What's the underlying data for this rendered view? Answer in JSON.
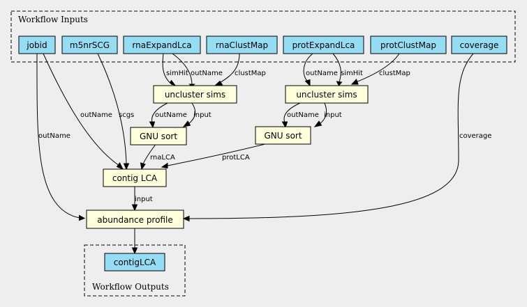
{
  "colors": {
    "input": "#94ddf4",
    "step": "#ffffdc",
    "output": "#94ddf4"
  },
  "clusters": {
    "inputs_title": "Workflow Inputs",
    "outputs_title": "Workflow Outputs"
  },
  "inputs": {
    "jobid": "jobid",
    "m5nrSCG": "m5nrSCG",
    "rnaExpandLca": "rnaExpandLca",
    "rnaClustMap": "rnaClustMap",
    "protExpandLca": "protExpandLca",
    "protClustMap": "protClustMap",
    "coverage": "coverage"
  },
  "steps": {
    "uncluster_rna": "uncluster sims",
    "uncluster_prot": "uncluster sims",
    "sort_rna": "GNU sort",
    "sort_prot": "GNU sort",
    "contig_lca": "contig LCA",
    "abundance": "abundance profile"
  },
  "outputs": {
    "contigLCA": "contigLCA"
  },
  "edge_labels": {
    "rna_simhit": "simHit",
    "rna_outname": "outName",
    "rna_clustmap": "clustMap",
    "prot_outname": "outName",
    "prot_simhit": "simHit",
    "prot_clustmap": "clustMap",
    "rna_sort_outname": "outName",
    "rna_sort_input": "input",
    "prot_sort_outname": "outName",
    "prot_sort_input": "input",
    "lca_outname": "outName",
    "lca_scgs": "scgs",
    "rnalca": "rnaLCA",
    "protlca": "protLCA",
    "jobid_outname": "outName",
    "abund_input": "input",
    "abund_coverage": "coverage"
  }
}
